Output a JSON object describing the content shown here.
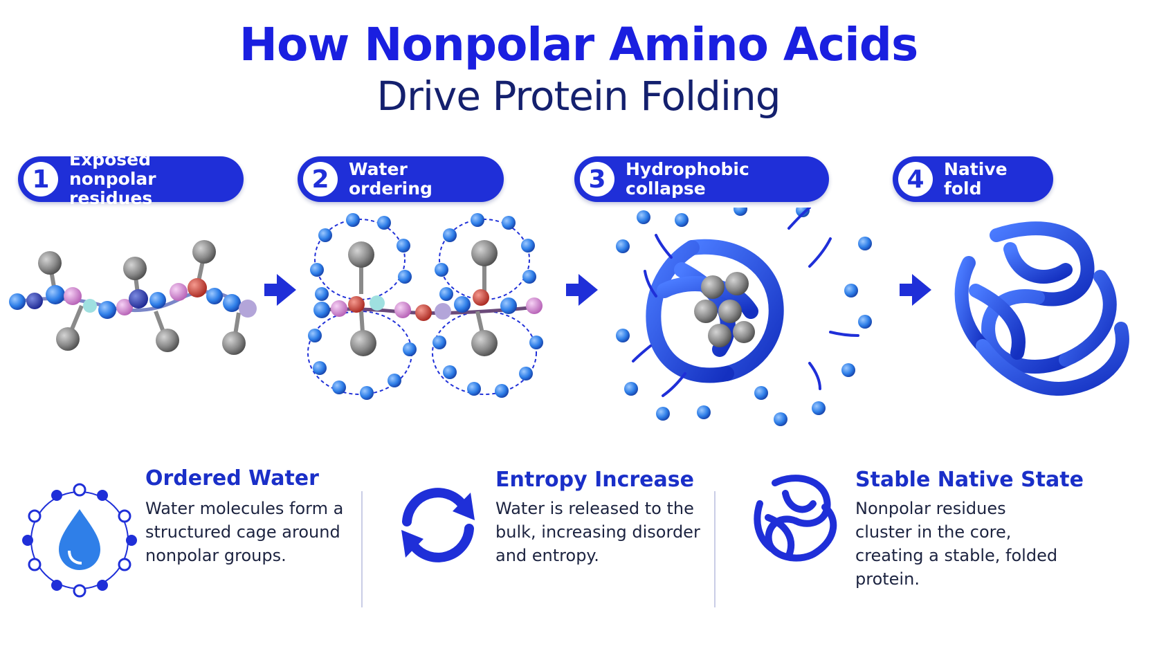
{
  "title": {
    "line1": "How Nonpolar Amino Acids",
    "line2": "Drive Protein Folding"
  },
  "steps": [
    {
      "number": "1",
      "label_line1": "Exposed nonpolar",
      "label_line2": "residues"
    },
    {
      "number": "2",
      "label_line1": "Water ordering",
      "label_line2": ""
    },
    {
      "number": "3",
      "label_line1": "Hydrophobic collapse",
      "label_line2": ""
    },
    {
      "number": "4",
      "label_line1": "Native fold",
      "label_line2": ""
    }
  ],
  "features": [
    {
      "icon": "water-drop-cage-icon",
      "title": "Ordered Water",
      "text": "Water molecules form a structured cage around nonpolar groups."
    },
    {
      "icon": "cycle-arrows-icon",
      "title": "Entropy Increase",
      "text": "Water is released to the bulk, increasing disorder and entropy."
    },
    {
      "icon": "protein-ribbon-icon",
      "title": "Stable Native State",
      "text": "Nonpolar residues cluster in the core, creating a stable, folded protein."
    }
  ],
  "colors": {
    "primary": "#1f2fd8",
    "title_blue": "#1a1fe0",
    "title_navy": "#14206e",
    "water": "#2f7fe8",
    "carbon": "#8a8a8a",
    "pink": "#d98ad8",
    "red": "#d8453c"
  }
}
